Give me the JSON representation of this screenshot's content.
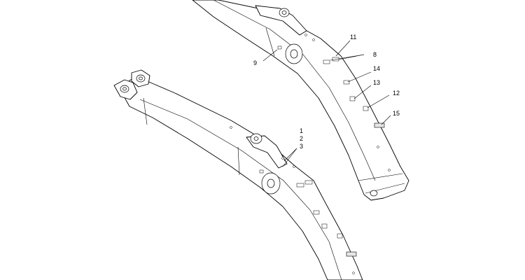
{
  "callouts": {
    "c1": "1",
    "c2": "2",
    "c3": "3",
    "c8": "8",
    "c9": "9",
    "c11": "11",
    "c12": "12",
    "c13": "13",
    "c14": "14",
    "c15": "15"
  },
  "colors": {
    "line": "#000000",
    "background": "#ffffff",
    "bushing": "#e6e6e6"
  }
}
